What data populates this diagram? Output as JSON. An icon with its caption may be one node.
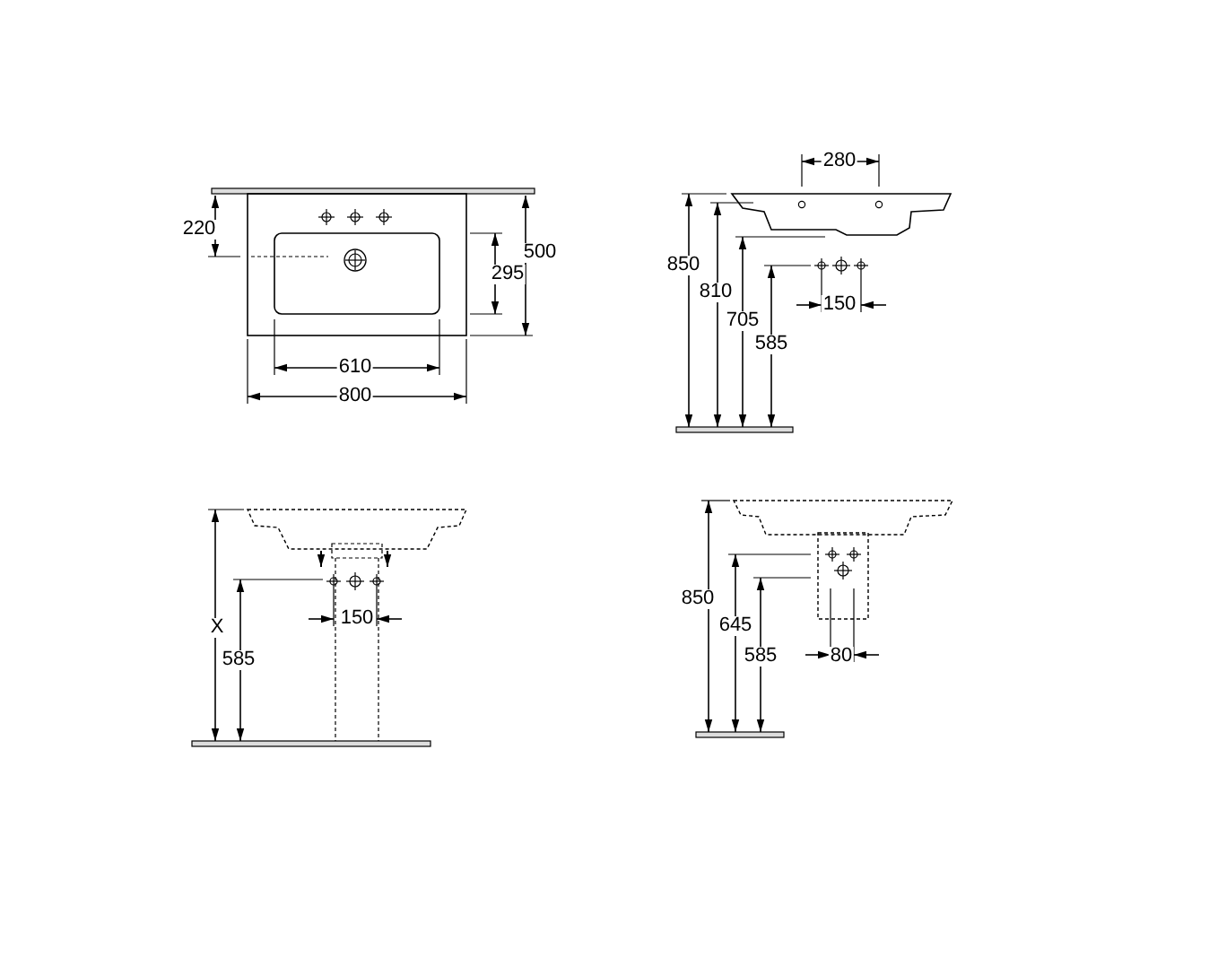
{
  "diagram": {
    "labels": [
      "220",
      "500",
      "295",
      "610",
      "800",
      "280",
      "850",
      "810",
      "705",
      "585",
      "150",
      "X",
      "150",
      "585",
      "850",
      "645",
      "585",
      "80"
    ]
  }
}
